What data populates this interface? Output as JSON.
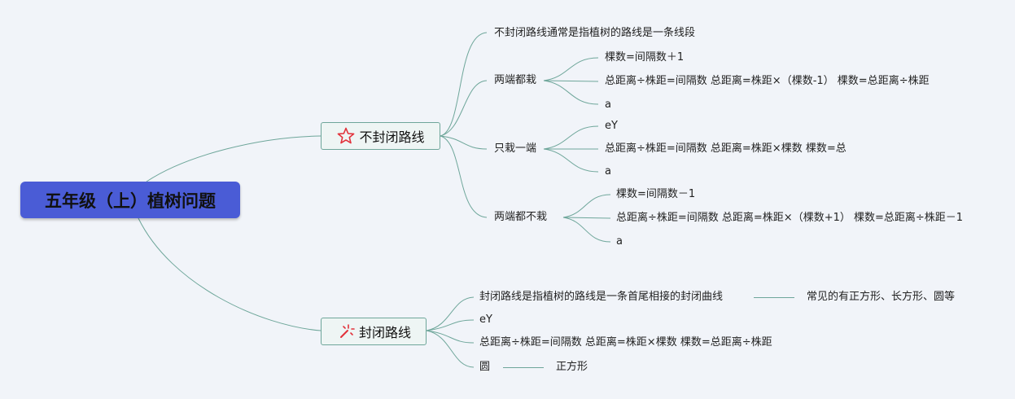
{
  "root": {
    "label": "五年级（上）植树问题"
  },
  "branches": [
    {
      "label": "不封闭路线",
      "icon": "star-icon",
      "children": {
        "definition": "不封闭路线通常是指植树的路线是一条线段",
        "both_ends": {
          "label": "两端都栽",
          "items": [
            "棵数=间隔数＋1",
            "总距离÷株距=间隔数 总距离=株距×（棵数-1） 棵数=总距离÷株距",
            "a"
          ]
        },
        "one_end": {
          "label": "只栽一端",
          "items": [
            "eY",
            "总距离÷株距=间隔数 总距离=株距×棵数 棵数=总",
            "a"
          ]
        },
        "neither_end": {
          "label": "两端都不栽",
          "items": [
            "棵数=间隔数－1",
            "总距离÷株距=间隔数 总距离=株距×（棵数+1） 棵数=总距离÷株距－1",
            "a"
          ]
        }
      }
    },
    {
      "label": "封闭路线",
      "icon": "sparkle-icon",
      "children": {
        "definition": "封闭路线是指植树的路线是一条首尾相接的封闭曲线",
        "definition_note": "常见的有正方形、长方形、圆等",
        "items": [
          "eY",
          "总距离÷株距=间隔数 总距离=株距×棵数 棵数=总距离÷株距"
        ],
        "shape": "圆",
        "shape_note": "正方形"
      }
    }
  ],
  "colors": {
    "background": "#f1f4f9",
    "root_fill": "#4a5cd6",
    "branch_fill": "#eef5f4",
    "connector": "#6ea69a",
    "icon_red": "#e2313a"
  }
}
